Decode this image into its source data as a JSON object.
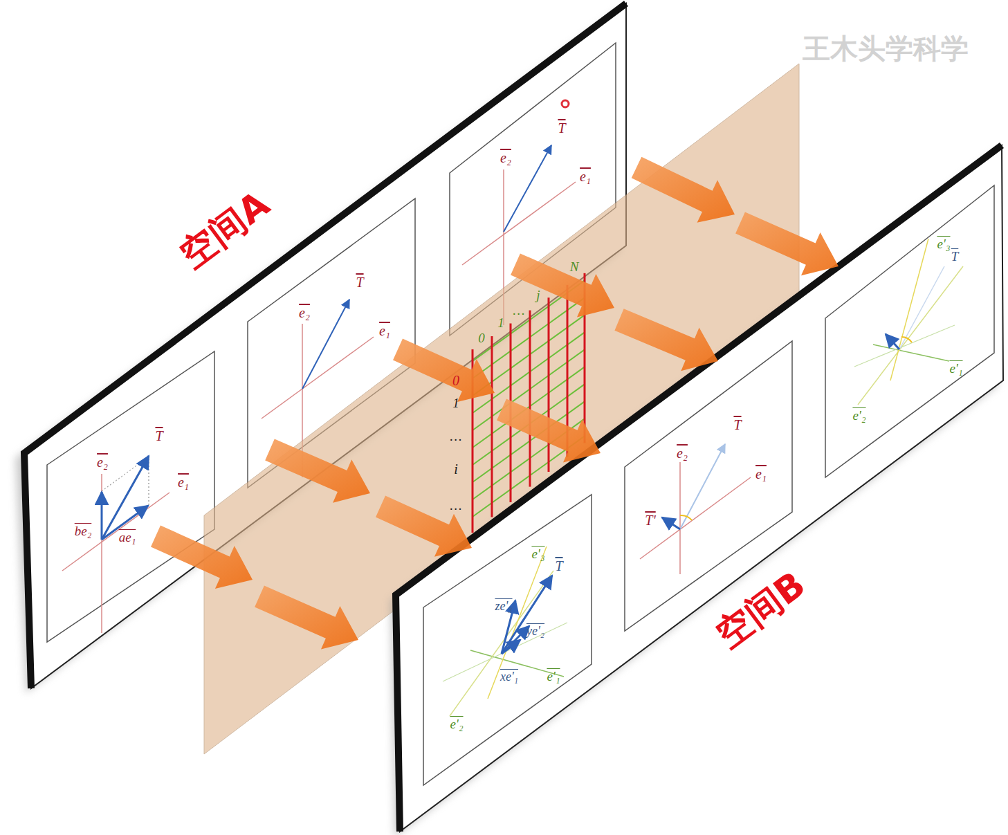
{
  "diagram": {
    "nodes": [
      {
        "text": [
          "空间A"
        ]
      },
      {
        "text": [
          "空间B"
        ]
      }
    ],
    "labels": [
      "王木头学科学",
      "e₂",
      "e₁",
      "T",
      "be₂",
      "ae₁",
      "e₂",
      "e₁",
      "T",
      "e₂",
      "e₁",
      "T",
      "0",
      "1",
      "…",
      "j",
      "N",
      "0",
      "1",
      "…",
      "i",
      "…",
      "e'₃",
      "T",
      "ze'₃",
      "ye'₂",
      "xe'₁",
      "e'₁",
      "e'₂",
      "e₂",
      "e₁",
      "T",
      "T'",
      "e'₃",
      "T",
      "e'₁",
      "e'₂"
    ]
  }
}
